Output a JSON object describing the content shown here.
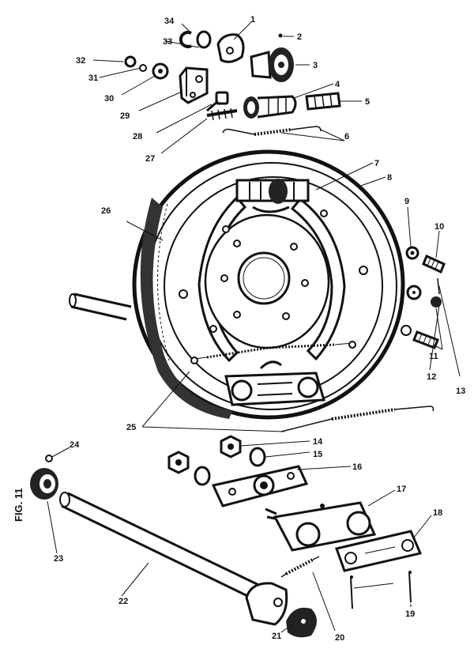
{
  "figure_label": "FIG. 11",
  "callouts": [
    "1",
    "2",
    "3",
    "4",
    "5",
    "6",
    "7",
    "8",
    "9",
    "10",
    "11",
    "12",
    "13",
    "14",
    "15",
    "16",
    "17",
    "18",
    "19",
    "20",
    "21",
    "22",
    "23",
    "24",
    "25",
    "26",
    "27",
    "28",
    "29",
    "30",
    "31",
    "32",
    "33",
    "34"
  ]
}
